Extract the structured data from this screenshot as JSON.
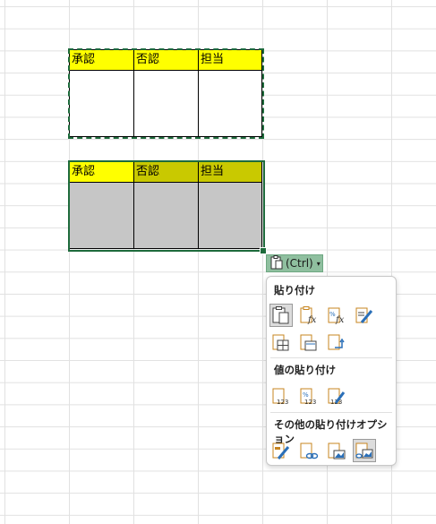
{
  "table1": {
    "headers": [
      "承認",
      "否認",
      "担当"
    ]
  },
  "table2": {
    "headers": [
      "承認",
      "否認",
      "担当"
    ]
  },
  "paste_button": {
    "label": "(Ctrl)",
    "caret": "▾",
    "icon": "clipboard-icon"
  },
  "paste_menu": {
    "sections": [
      {
        "title": "貼り付け",
        "icons": [
          "paste-icon",
          "paste-formulas-icon",
          "paste-formulas-number-format-icon",
          "paste-keep-source-formatting-icon",
          "paste-no-borders-icon",
          "paste-keep-column-widths-icon",
          "paste-transpose-icon"
        ]
      },
      {
        "title": "値の貼り付け",
        "icons": [
          "paste-values-icon",
          "paste-values-number-format-icon",
          "paste-values-source-formatting-icon"
        ]
      },
      {
        "title": "その他の貼り付けオプション",
        "icons": [
          "paste-formatting-icon",
          "paste-link-icon",
          "paste-picture-icon",
          "paste-linked-picture-icon"
        ]
      }
    ]
  },
  "colors": {
    "header_yellow": "#ffff00",
    "header_selected": "#c9c900",
    "selection_fill": "#c6c6c6",
    "selection_border": "#1e6b3c",
    "paste_button_bg": "#8fbf9f"
  }
}
